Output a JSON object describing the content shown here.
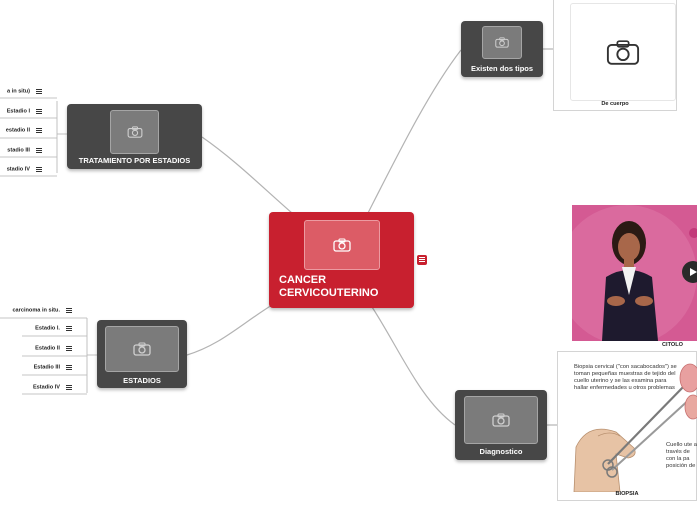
{
  "root": {
    "title": "CANCER CERVICOUTERINO"
  },
  "branches": {
    "tratamiento": {
      "label": "TRATAMIENTO POR ESTADIOS",
      "items": [
        "a in situ)",
        "Estadio I",
        "estadio II",
        "stadio III",
        "stadio IV"
      ]
    },
    "estadios": {
      "label": "ESTADIOS",
      "items": [
        "carcinoma in situ.",
        "Estadio I.",
        "Estadio II",
        "Estadio III",
        "Estadio IV"
      ]
    },
    "tipos": {
      "label": "Existen dos tipos",
      "card_caption": "De cuerpo"
    },
    "diagnostico": {
      "label": "Diagnostico",
      "video_caption": "CITOLO",
      "biopsy_text": "Biopsia cervical (\"con sacabocados\") se toman pequeñas muestras de tejido del cuello uterino y se las examina para hallar enfermedades u otros problemas",
      "biopsy_side_text": "Cuello ute a través de con la pa posición de",
      "biopsy_caption": "BIOPSIA"
    }
  },
  "colors": {
    "root": "#c8202f",
    "node": "#474747",
    "link": "#b3b3b3"
  },
  "icons": {
    "placeholder": "camera-icon",
    "notes": "notes-icon",
    "menu": "hamburger-icon",
    "video": "play-icon"
  }
}
